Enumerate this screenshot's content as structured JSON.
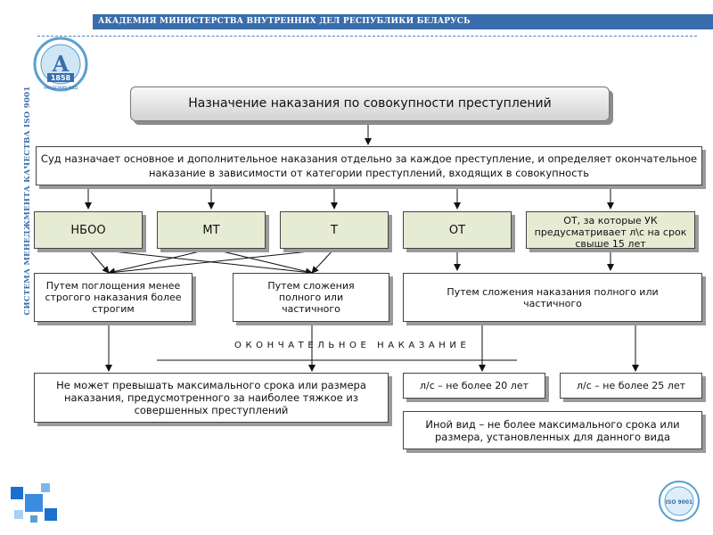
{
  "header": {
    "organization": "АКАДЕМИЯ МИНИСТЕРСТВА ВНУТРЕННИХ ДЕЛ РЕСПУБЛИКИ БЕЛАРУСЬ",
    "vertical_caption": "СИСТЕМА МЕНЕДЖМЕНТА КАЧЕСТВА ISO 9001"
  },
  "logo": {
    "letter": "А",
    "year": "1858",
    "ring_text": "АКАДЕМИЯ МВД"
  },
  "diagram": {
    "title": "Назначение наказания по совокупности преступлений",
    "court_text": "Суд назначает основное и дополнительное наказания отдельно за каждое преступление, и определяет окончательное наказание в зависимости от категории преступлений, входящих в совокупность",
    "categories": {
      "nboo": "НБОО",
      "mt": "МТ",
      "t": "Т",
      "ot": "ОТ",
      "ot_extra": "ОТ, за которые УК предусматривает л\\с на срок свыше 15 лет"
    },
    "methods": {
      "absorption": "Путем поглощения менее строгого наказания более строгим",
      "addition_partial": "Путем сложения полного или частичного",
      "addition_full": "Путем сложения наказания полного или частичного"
    },
    "final_label": "ОКОНЧАТЕЛЬНОЕ НАКАЗАНИЕ",
    "results": {
      "max_limit": "Не может превышать максимального срока или размера наказания, предусмотренного за наиболее тяжкое из совершенных преступлений",
      "ls_20": "л/с – не более 20 лет",
      "ls_25": "л/с – не более 25 лет",
      "other_type": "Иной вид – не более максимального срока или размера, установленных для данного вида"
    }
  },
  "colors": {
    "header_blue": "#3a6dab",
    "category_fill": "#e6ebd3",
    "cert_badge": "#5aa0d0",
    "squares": "#1a6fd0"
  },
  "badge": {
    "text": "ISO 9001"
  }
}
